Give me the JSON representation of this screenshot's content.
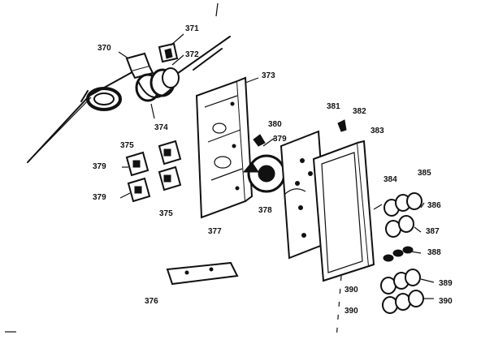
{
  "diagram": {
    "labels": {
      "l370": "370",
      "l371": "371",
      "l372": "372",
      "l373": "373",
      "l374": "374",
      "l375a": "375",
      "l375b": "375",
      "l376": "376",
      "l377": "377",
      "l378": "378",
      "l379": "379",
      "l380": "380",
      "l381": "381",
      "l382": "382",
      "l383": "383",
      "l384": "384",
      "l385": "385",
      "l386": "386",
      "l387": "387",
      "l388": "388",
      "l389": "389",
      "l390": "390",
      "l390b": "390",
      "l379a": "379",
      "l379b": "379"
    }
  }
}
